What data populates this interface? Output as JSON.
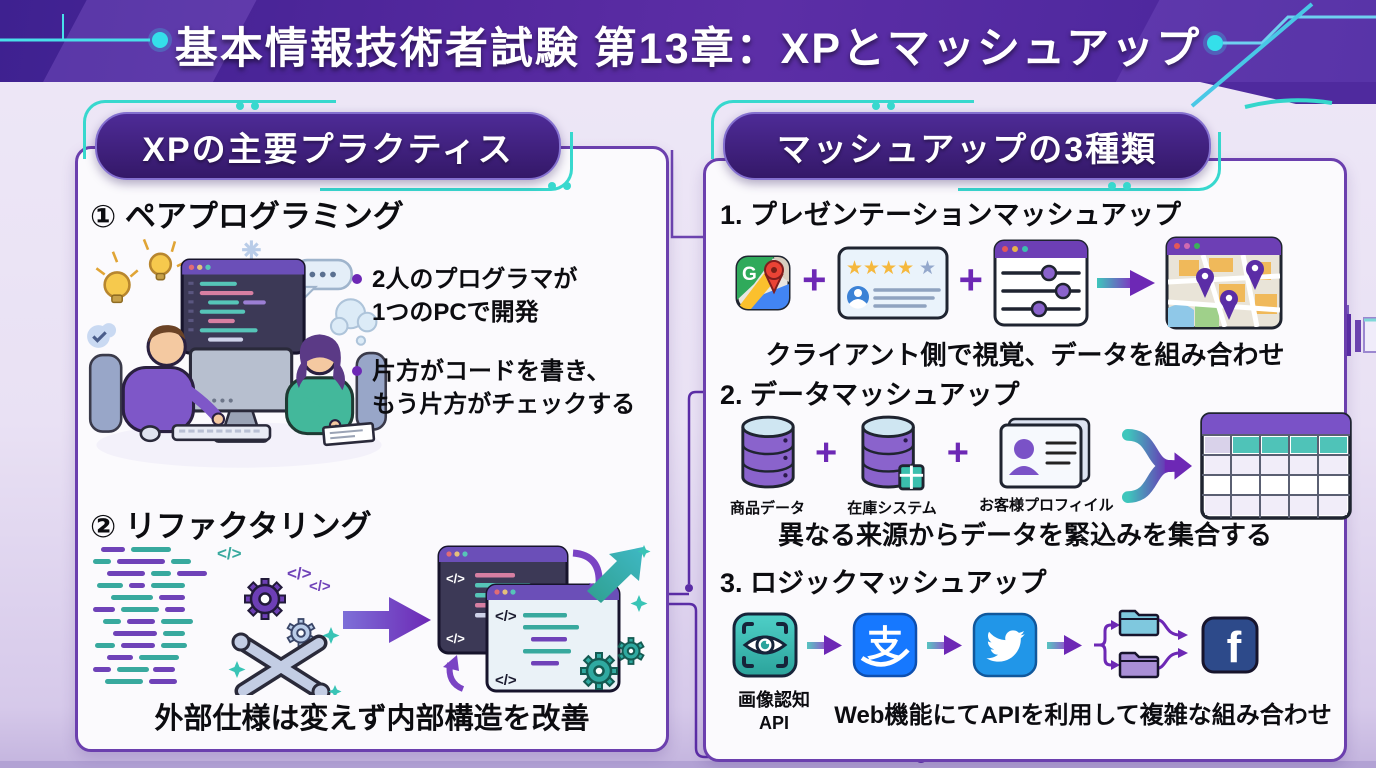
{
  "header": {
    "title": "基本情報技術者試験 第13章：XPとマッシュアップ"
  },
  "left_panel": {
    "title": "XPの主要プラクティス",
    "pair": {
      "heading": "① ペアプログラミング",
      "bullets": [
        {
          "l1": "2人のプログラマが",
          "l2": "1つのPCで開発"
        },
        {
          "l1": "片方がコードを書き、",
          "l2": "もう片方がチェックする"
        }
      ]
    },
    "refactor": {
      "heading": "② リファクタリング",
      "caption": "外部仕様は変えず内部構造を改善"
    }
  },
  "right_panel": {
    "title": "マッシュアップの3種類",
    "item1": {
      "heading": "1. プレゼンテーションマッシュアップ",
      "caption": "クライアント側で視覚、データを組み合わせ"
    },
    "item2": {
      "heading": "2. データマッシュアップ",
      "label1": "商品データ",
      "label2": "在庫システム",
      "label3": "お客様プロフィイル",
      "caption": "異なる来源からデータを緊込みを集合する"
    },
    "item3": {
      "heading": "3. ロジックマッシュアップ",
      "api_label_l1": "画像認知",
      "api_label_l2": "API",
      "caption": "Web機能にてAPIを利用して複雑な組み合わせ"
    }
  },
  "glyphs": {
    "plus": "+",
    "g": "G",
    "stars_gold": "★★★★",
    "star_muted": "★",
    "alipay": "支",
    "facebook": "f",
    "code_tag": "</>"
  },
  "colors": {
    "accent_purple": "#5b2da6",
    "accent_teal": "#35d6cc",
    "panel_border": "#6b3fae"
  }
}
